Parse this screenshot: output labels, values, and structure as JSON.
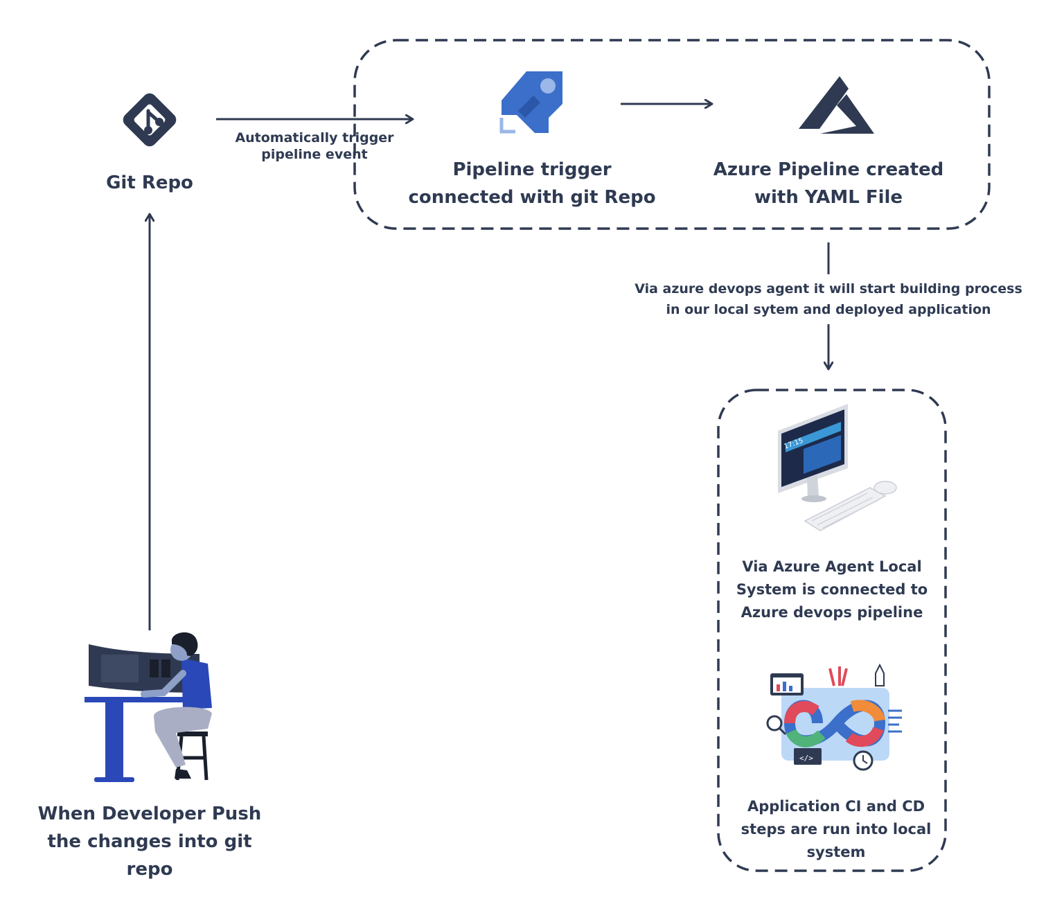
{
  "nodes": {
    "git_repo": {
      "label": "Git Repo",
      "icon": "git-icon"
    },
    "pipeline_trigger": {
      "label_line1": "Pipeline trigger",
      "label_line2": "connected with git Repo",
      "icon": "azure-pipelines-icon"
    },
    "azure_pipeline": {
      "label_line1": "Azure Pipeline created",
      "label_line2": "with YAML File",
      "icon": "azure-icon"
    },
    "local_system": {
      "label_line1": "Via Azure Agent Local",
      "label_line2": "System is connected to",
      "label_line3": "Azure devops pipeline",
      "icon": "computer-icon"
    },
    "ci_cd": {
      "label_line1": "Application CI and CD",
      "label_line2": "steps are run into local",
      "label_line3": "system",
      "icon": "devops-infinity-icon"
    },
    "developer": {
      "label_line1": "When Developer Push",
      "label_line2": "the changes into git",
      "label_line3": "repo",
      "icon": "developer-illustration"
    }
  },
  "edges": {
    "git_to_pipeline": {
      "label_line1": "Automatically trigger",
      "label_line2": "pipeline event"
    },
    "pipeline_to_agent": {
      "label_line1": "Via azure devops agent it will start building process",
      "label_line2": "in our local sytem and deployed application"
    }
  },
  "monitor_clock": "17:15",
  "colors": {
    "primary": "#2f3a52",
    "azure_blue": "#3b6fc9",
    "dev_blue": "#2a48b8"
  }
}
